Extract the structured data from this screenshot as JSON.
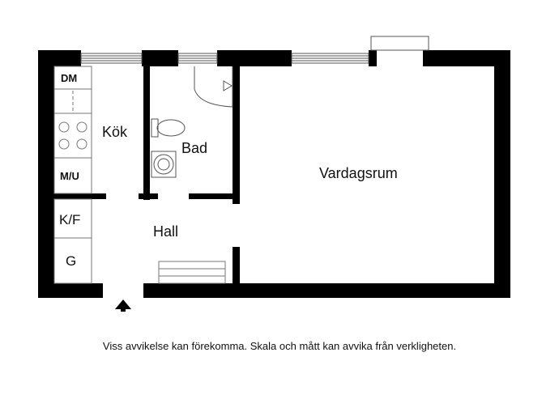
{
  "rooms": {
    "kitchen": "Kök",
    "bathroom": "Bad",
    "living_room": "Vardagsrum",
    "hall": "Hall"
  },
  "fixtures": {
    "dishwasher": "DM",
    "microwave": "M/U",
    "fridge_freezer": "K/F",
    "wardrobe": "G"
  },
  "caption": "Viss avvikelse kan förekomma. Skala och mått kan avvika från verkligheten.",
  "colors": {
    "wall": "#000000",
    "line": "#555555",
    "background": "#ffffff"
  }
}
